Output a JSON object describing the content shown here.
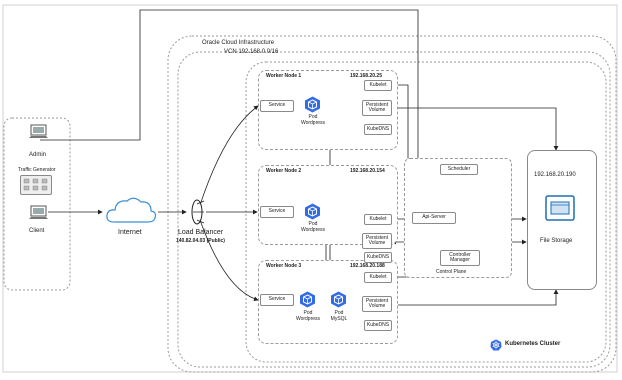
{
  "admin_label": "Admin",
  "traffic_generator_label": "Traffic Generator",
  "client_label": "Client",
  "internet_label": "Internet",
  "load_balancer": {
    "title": "Load Balancer",
    "ip": "140.82.04.03 (Public)"
  },
  "oci_label": "Oracle Cloud Infrastructure",
  "vcn_label": "VCN 192.168.0.0/16",
  "worker_nodes": [
    {
      "title": "Worker Node 1",
      "ip": "192.168.20.25",
      "service": "Service",
      "pod": "Pod",
      "pod_app": "Wordpress",
      "kubelet": "Kubelet",
      "persistent_volume": "Persistent Volume",
      "kubedns": "KubeDNS"
    },
    {
      "title": "Worker Node 2",
      "ip": "192.168.20.154",
      "service": "Service",
      "pod": "Pod",
      "pod_app": "Wordpress",
      "kubelet": "Kubelet",
      "persistent_volume": "Persistent Volume",
      "kubedns": "KubeDNS"
    },
    {
      "title": "Worker Node 3",
      "ip": "192.168.20.188",
      "service": "Service",
      "pod": "Pod",
      "pod_app": "Wordpress",
      "pod2": "Pod",
      "pod2_app": "MySQL",
      "kubelet": "Kubelet",
      "persistent_volume": "Persistent Volume",
      "kubedns": "KubeDNS"
    }
  ],
  "control_plane": {
    "title": "Control Plane",
    "api_server": "Api-Server",
    "scheduler": "Scheduler",
    "controller_manager": "Controller Manager"
  },
  "file_storage": {
    "ip": "192.168.20.190",
    "label": "File Storage"
  },
  "cluster_label": "Kubernetes Cluster",
  "colors": {
    "k8s_blue": "#326ce5",
    "line": "#222222",
    "dashed": "#9a9a9a"
  },
  "icons": [
    "computer-icon",
    "cloud-icon",
    "load-balancer-icon",
    "kubernetes-pod-icon",
    "file-storage-icon",
    "kubernetes-logo-icon"
  ]
}
